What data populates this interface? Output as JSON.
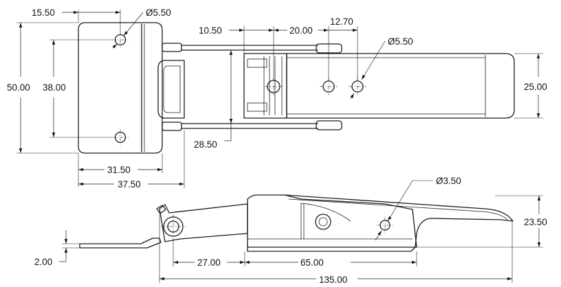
{
  "drawing": {
    "top_view": {
      "dimensions": {
        "base_hole_offset": "15.50",
        "base_hole_diameter": "Ø5.50",
        "base_height": "50.00",
        "hole_spacing": "38.00",
        "base_width_inner": "31.50",
        "base_width_outer": "37.50",
        "arm_offset": "10.50",
        "hole_pitch": "20.00",
        "second_hole_offset": "12.70",
        "arm_hole_diameter": "Ø5.50",
        "arm_height": "28.50",
        "lever_height": "25.00"
      }
    },
    "side_view": {
      "dimensions": {
        "pin_hole_diameter": "Ø3.50",
        "total_height": "23.50",
        "plate_thickness": "2.00",
        "hook_offset": "27.00",
        "lever_length": "65.00",
        "overall_length": "135.00"
      }
    }
  }
}
